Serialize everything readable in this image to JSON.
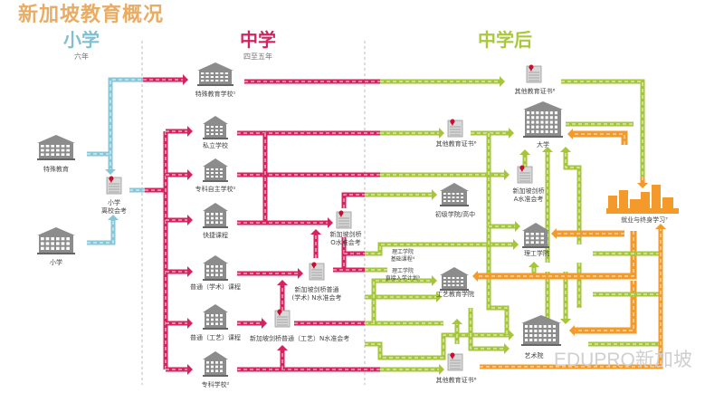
{
  "title": "新加坡教育概况",
  "stages": {
    "primary": {
      "label": "小学",
      "duration": "六年",
      "color": "#7fc0d2"
    },
    "secondary": {
      "label": "中学",
      "duration": "四至五年",
      "color": "#d2245e"
    },
    "post_secondary": {
      "label": "中学后",
      "color": "#a9c83c"
    }
  },
  "colors": {
    "primary_path": "#86c6d9",
    "secondary_path": "#d6235f",
    "post_path": "#a6c63a",
    "career_path": "#f39a2a",
    "icon": "#8c8c8c"
  },
  "nodes": {
    "special_ed": "特殊教育",
    "primary_school": "小学",
    "psle": [
      "小学",
      "离校会考"
    ],
    "special_ed_school": "特殊教育学校¹",
    "private_school": "私立学校",
    "independent_school": "专科自主学校²",
    "express": "快捷课程",
    "normal_academic": "普通（学术）课程",
    "normal_technical": "普通（工艺）课程",
    "specialised_school": "专科学校²",
    "o_level": [
      "新加坡剑桥",
      "O水准会考"
    ],
    "na_level": [
      "新加坡剑桥普通",
      "(学术) N水准会考"
    ],
    "nt_level": "新加坡剑桥普通（工艺）N水准会考",
    "other_cert_top": "其他教育证书⁶",
    "other_cert_mid": "其他教育证书⁶",
    "other_cert_bottom": "其他教育证书⁶",
    "university": "大学",
    "a_level": [
      "新加坡剑桥",
      "A水准会考"
    ],
    "junior_college": "初级学院/高中",
    "employment": "就业与终身学习⁷",
    "polytechnic": "理工学院",
    "poly_foundation": [
      "理工学院",
      "基础课程⁴"
    ],
    "poly_direct_entry": [
      "理工学院",
      "直接入学计划⁵"
    ],
    "ite": "工艺教育学院",
    "arts_institution": "艺术院"
  },
  "watermark": "EDUPRO新加坡"
}
